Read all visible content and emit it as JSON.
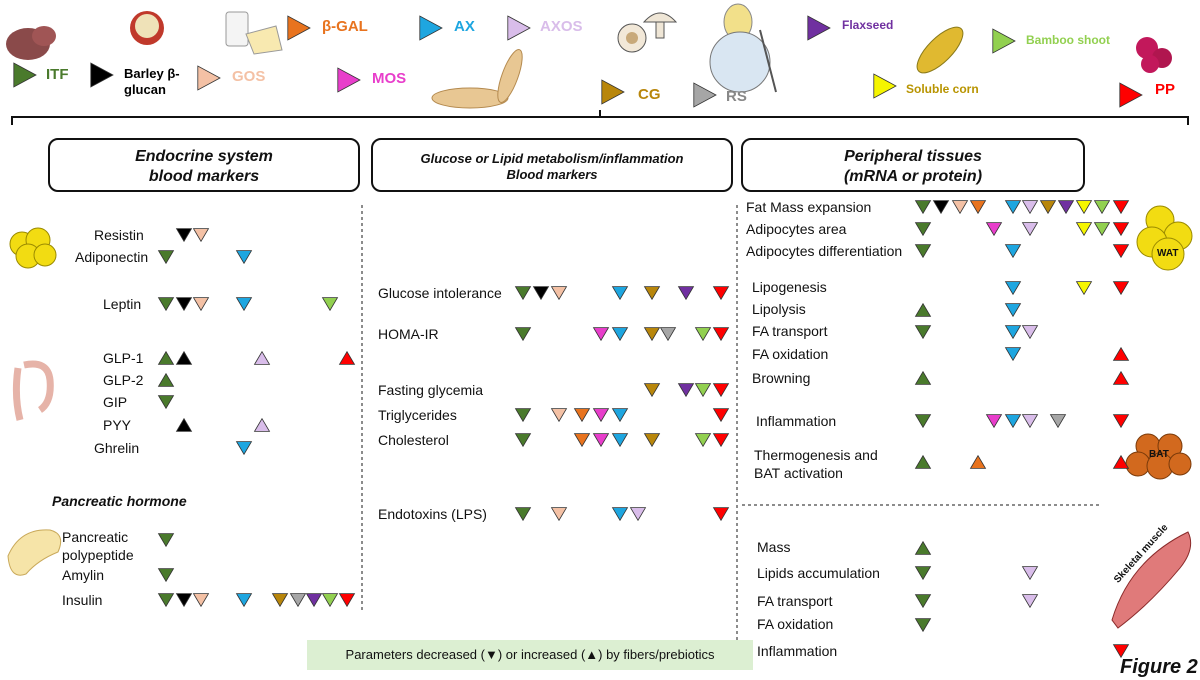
{
  "figure_label": "Figure 2",
  "legend": [
    {
      "label": "ITF",
      "color": "#4a7a2c",
      "dir": "right"
    },
    {
      "label": "Barley β-glucan",
      "color": "#000000",
      "dir": "right"
    },
    {
      "label": "GOS",
      "color": "#f4c1a5",
      "dir": "right"
    },
    {
      "label": "β-GAL",
      "color": "#e8731e",
      "dir": "right"
    },
    {
      "label": "MOS",
      "color": "#e83ecb",
      "dir": "right"
    },
    {
      "label": "AX",
      "color": "#1ea6e0",
      "dir": "right"
    },
    {
      "label": "AXOS",
      "color": "#d9bdea",
      "dir": "right"
    },
    {
      "label": "CG",
      "color": "#b8860b",
      "dir": "right"
    },
    {
      "label": "RS",
      "color": "#a6a6a6",
      "dir": "right"
    },
    {
      "label": "Flaxseed",
      "color": "#7030a0",
      "dir": "right"
    },
    {
      "label": "Soluble corn",
      "color": "#f5f500",
      "dir": "right"
    },
    {
      "label": "Bamboo shoot",
      "color": "#92d050",
      "dir": "right"
    },
    {
      "label": "PP",
      "color": "#ff0000",
      "dir": "right"
    }
  ],
  "headers": {
    "endocrine": {
      "line1": "Endocrine system",
      "line2": "blood markers"
    },
    "glucose": {
      "line1": "Glucose or  Lipid metabolism/inflammation",
      "line2": "Blood markers"
    },
    "peripheral": {
      "line1": "Peripheral tissues",
      "line2": "(mRNA or protein)"
    }
  },
  "pancreatic_hormone_title": "Pancreatic hormone",
  "tissue_tags": {
    "wat": "WAT",
    "bat": "BAT",
    "muscle": "Skeletal muscle"
  },
  "note": "Parameters  decreased  (▼) or    increased  (▲) by fibers/prebiotics",
  "effects": [
    {
      "label": "Resistin",
      "marks": [
        [
          "Barley β-glucan",
          "down"
        ],
        [
          "GOS",
          "down"
        ]
      ]
    },
    {
      "label": "Adiponectin",
      "marks": [
        [
          "ITF",
          "down"
        ],
        [
          "AX",
          "down"
        ]
      ]
    },
    {
      "label": "Leptin",
      "marks": [
        [
          "ITF",
          "down"
        ],
        [
          "Barley β-glucan",
          "down"
        ],
        [
          "GOS",
          "down"
        ],
        [
          "AX",
          "down"
        ],
        [
          "Bamboo shoot",
          "down"
        ]
      ]
    },
    {
      "label": "GLP-1",
      "marks": [
        [
          "ITF",
          "up"
        ],
        [
          "Barley β-glucan",
          "up"
        ],
        [
          "AXOS",
          "up"
        ],
        [
          "PP",
          "up"
        ]
      ]
    },
    {
      "label": "GLP-2",
      "marks": [
        [
          "ITF",
          "up"
        ]
      ]
    },
    {
      "label": "GIP",
      "marks": [
        [
          "ITF",
          "down"
        ]
      ]
    },
    {
      "label": "PYY",
      "marks": [
        [
          "Barley β-glucan",
          "up"
        ],
        [
          "AXOS",
          "up"
        ]
      ]
    },
    {
      "label": "Ghrelin",
      "marks": [
        [
          "AX",
          "down"
        ]
      ]
    },
    {
      "label": "Pancreatic polypeptide",
      "marks": [
        [
          "ITF",
          "down"
        ]
      ]
    },
    {
      "label": "Amylin",
      "marks": [
        [
          "ITF",
          "down"
        ]
      ]
    },
    {
      "label": "Insulin",
      "marks": [
        [
          "ITF",
          "down"
        ],
        [
          "Barley β-glucan",
          "down"
        ],
        [
          "GOS",
          "down"
        ],
        [
          "AX",
          "down"
        ],
        [
          "CG",
          "down"
        ],
        [
          "RS",
          "down"
        ],
        [
          "Flaxseed",
          "down"
        ],
        [
          "Bamboo shoot",
          "down"
        ],
        [
          "PP",
          "down"
        ]
      ]
    },
    {
      "label": "Glucose intolerance",
      "marks": [
        [
          "ITF",
          "down"
        ],
        [
          "Barley β-glucan",
          "down"
        ],
        [
          "GOS",
          "down"
        ],
        [
          "AX",
          "down"
        ],
        [
          "CG",
          "down"
        ],
        [
          "Flaxseed",
          "down"
        ],
        [
          "PP",
          "down"
        ]
      ]
    },
    {
      "label": "HOMA-IR",
      "marks": [
        [
          "ITF",
          "down"
        ],
        [
          "MOS",
          "down"
        ],
        [
          "AX",
          "down"
        ],
        [
          "CG",
          "down"
        ],
        [
          "RS",
          "down"
        ],
        [
          "Bamboo shoot",
          "down"
        ],
        [
          "PP",
          "down"
        ]
      ]
    },
    {
      "label": "Fasting glycemia",
      "marks": [
        [
          "CG",
          "down"
        ],
        [
          "Flaxseed",
          "down"
        ],
        [
          "Bamboo shoot",
          "down"
        ],
        [
          "PP",
          "down"
        ]
      ]
    },
    {
      "label": "Triglycerides",
      "marks": [
        [
          "ITF",
          "down"
        ],
        [
          "GOS",
          "down"
        ],
        [
          "β-GAL",
          "down"
        ],
        [
          "MOS",
          "down"
        ],
        [
          "AX",
          "down"
        ],
        [
          "PP",
          "down"
        ]
      ]
    },
    {
      "label": "Cholesterol",
      "marks": [
        [
          "ITF",
          "down"
        ],
        [
          "β-GAL",
          "down"
        ],
        [
          "MOS",
          "down"
        ],
        [
          "AX",
          "down"
        ],
        [
          "CG",
          "down"
        ],
        [
          "Bamboo shoot",
          "down"
        ],
        [
          "PP",
          "down"
        ]
      ]
    },
    {
      "label": "Endotoxins (LPS)",
      "marks": [
        [
          "ITF",
          "down"
        ],
        [
          "GOS",
          "down"
        ],
        [
          "AX",
          "down"
        ],
        [
          "AXOS",
          "down"
        ],
        [
          "PP",
          "down"
        ]
      ]
    },
    {
      "label": "Fat Mass expansion",
      "marks": [
        [
          "ITF",
          "down"
        ],
        [
          "Barley β-glucan",
          "down"
        ],
        [
          "GOS",
          "down"
        ],
        [
          "β-GAL",
          "down"
        ],
        [
          "AX",
          "down"
        ],
        [
          "AXOS",
          "down"
        ],
        [
          "CG",
          "down"
        ],
        [
          "Flaxseed",
          "down"
        ],
        [
          "Soluble corn",
          "down"
        ],
        [
          "Bamboo shoot",
          "down"
        ],
        [
          "PP",
          "down"
        ]
      ]
    },
    {
      "label": "Adipocytes area",
      "marks": [
        [
          "ITF",
          "down"
        ],
        [
          "MOS",
          "down"
        ],
        [
          "AXOS",
          "down"
        ],
        [
          "Soluble corn",
          "down"
        ],
        [
          "Bamboo shoot",
          "down"
        ],
        [
          "PP",
          "down"
        ]
      ]
    },
    {
      "label": "Adipocytes differentiation",
      "marks": [
        [
          "ITF",
          "down"
        ],
        [
          "AX",
          "down"
        ],
        [
          "PP",
          "down"
        ]
      ]
    },
    {
      "label": "Lipogenesis",
      "marks": [
        [
          "AX",
          "down"
        ],
        [
          "Soluble corn",
          "down"
        ],
        [
          "PP",
          "down"
        ]
      ]
    },
    {
      "label": "Lipolysis",
      "marks": [
        [
          "ITF",
          "up"
        ],
        [
          "AX",
          "down"
        ]
      ]
    },
    {
      "label": "FA transport",
      "marks": [
        [
          "ITF",
          "down"
        ],
        [
          "AX",
          "down"
        ],
        [
          "AXOS",
          "down"
        ]
      ]
    },
    {
      "label": "FA oxidation",
      "marks": [
        [
          "AX",
          "down"
        ],
        [
          "PP",
          "up"
        ]
      ]
    },
    {
      "label": "Browning",
      "marks": [
        [
          "ITF",
          "up"
        ],
        [
          "PP",
          "up"
        ]
      ]
    },
    {
      "label": "Inflammation",
      "marks": [
        [
          "ITF",
          "down"
        ],
        [
          "MOS",
          "down"
        ],
        [
          "AX",
          "down"
        ],
        [
          "AXOS",
          "down"
        ],
        [
          "RS",
          "down"
        ],
        [
          "PP",
          "down"
        ]
      ]
    },
    {
      "label": "Thermogenesis and BAT activation",
      "marks": [
        [
          "ITF",
          "up"
        ],
        [
          "β-GAL",
          "up"
        ],
        [
          "PP",
          "up"
        ]
      ]
    },
    {
      "label": "Mass",
      "marks": [
        [
          "ITF",
          "up"
        ]
      ]
    },
    {
      "label": "Lipids accumulation",
      "marks": [
        [
          "ITF",
          "down"
        ],
        [
          "AXOS",
          "down"
        ]
      ]
    },
    {
      "label": "FA transport",
      "marks": [
        [
          "ITF",
          "down"
        ],
        [
          "AXOS",
          "down"
        ]
      ]
    },
    {
      "label": "FA oxidation",
      "marks": [
        [
          "ITF",
          "down"
        ]
      ]
    },
    {
      "label": "Inflammation",
      "marks": [
        [
          "PP",
          "down"
        ]
      ]
    }
  ]
}
